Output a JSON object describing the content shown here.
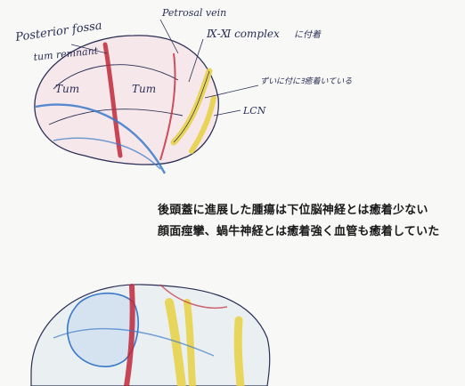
{
  "sketch_top": {
    "labels": {
      "posterior_fossa": "Posterior fossa",
      "tumor_remnant": "tum remnant",
      "petrosal_vein": "Petrosal vein",
      "complex": "Ⅸ-Ⅺ complex",
      "complex_note": "に付着",
      "adhesion_note": "ずいに付にﾖ癒着いている",
      "lcn": "LCN",
      "tum_left": "Tum",
      "tum_right": "Tum"
    }
  },
  "notes": {
    "line1": "後頭蓋に進展した腫瘍は下位脳神経とは癒着少ない",
    "line2": "顔面痙攣、蝸牛神経とは癒着強く血管も癒着していた"
  },
  "colors": {
    "pencil": "#2b2f55",
    "red": "#c0283a",
    "blue": "#3a78c8",
    "yellow": "#e8d24a"
  }
}
